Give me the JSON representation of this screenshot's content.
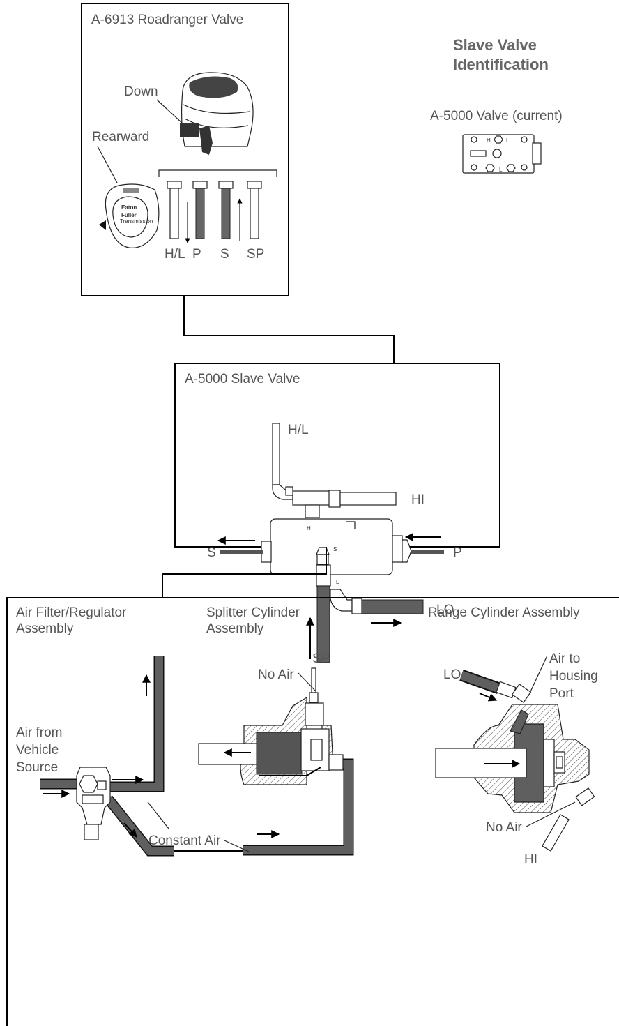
{
  "header": {
    "title": "Slave Valve\nIdentification",
    "current_valve_label": "A-5000 Valve (current)"
  },
  "roadranger": {
    "title": "A-6913 Roadranger Valve",
    "down_label": "Down",
    "rearward_label": "Rearward",
    "knob_logo": [
      "Eaton",
      "Fuller",
      "Transmission"
    ],
    "port_labels": [
      "H/L",
      "P",
      "S",
      "SP"
    ]
  },
  "slave_valve": {
    "title": "A-5000 Slave Valve",
    "port_hl": "H/L",
    "port_hi": "HI",
    "port_s": "S",
    "port_p": "P",
    "port_lo": "LO",
    "body_marks": [
      "H",
      "S",
      "L"
    ]
  },
  "air_system": {
    "filter_title": [
      "Air Filter/Regulator",
      "Assembly"
    ],
    "splitter_title": [
      "Splitter Cylinder",
      "Assembly"
    ],
    "range_title": "Range Cylinder Assembly",
    "air_from_vehicle": [
      "Air from",
      "Vehicle",
      "Source"
    ],
    "constant_air": "Constant Air",
    "splitter_sp": "SP",
    "splitter_no_air": "No Air",
    "range_lo": "LO",
    "range_air_to_housing": [
      "Air to",
      "Housing",
      "Port"
    ],
    "range_no_air": "No Air",
    "range_hi": "HI"
  },
  "icons": [
    "shift-knob-icon",
    "valve-icon",
    "arrow-icon",
    "cylinder-icon"
  ]
}
